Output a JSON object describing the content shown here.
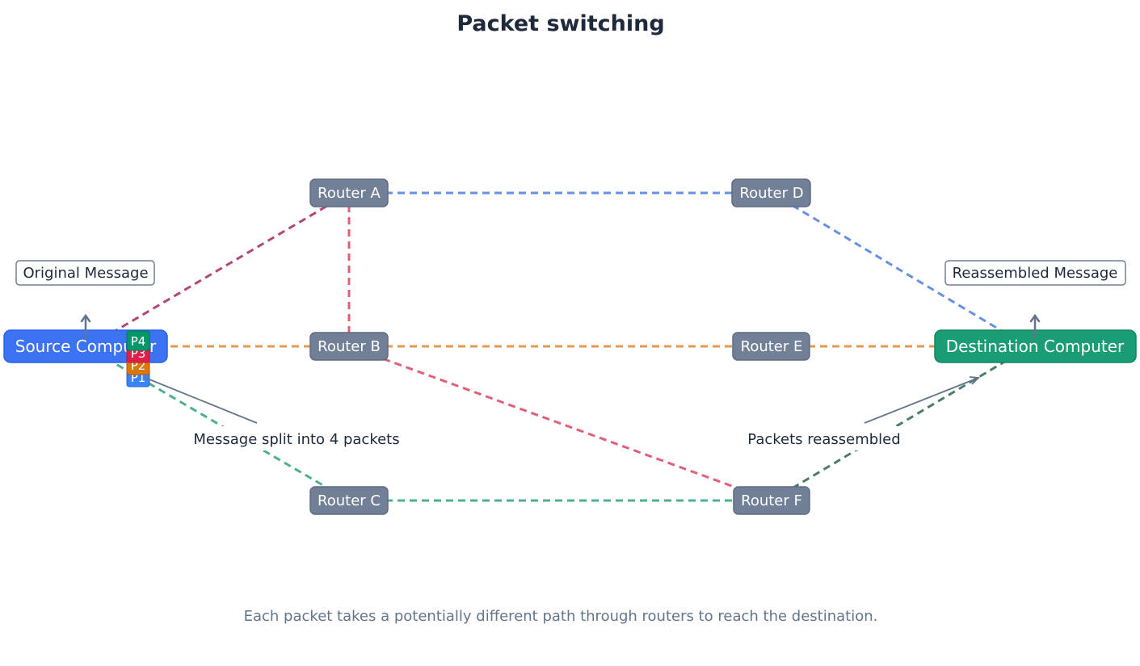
{
  "title": "Packet switching",
  "footer": "Each packet takes a potentially different path through routers to reach the destination.",
  "nodes": {
    "source": "Source Computer",
    "destination": "Destination Computer",
    "router_a": "Router A",
    "router_b": "Router B",
    "router_c": "Router C",
    "router_d": "Router D",
    "router_e": "Router E",
    "router_f": "Router F"
  },
  "notes": {
    "original": "Original Message",
    "reassembled": "Reassembled Message"
  },
  "annotations": {
    "split": "Message split into 4 packets",
    "reassembled": "Packets reassembled"
  },
  "packets": [
    {
      "label": "P1",
      "color": "#3b82f6"
    },
    {
      "label": "P2",
      "color": "#d97706"
    },
    {
      "label": "P3",
      "color": "#e11d48"
    },
    {
      "label": "P4",
      "color": "#059669"
    }
  ],
  "paths": [
    {
      "packet": "P1",
      "route": [
        "Source Computer",
        "Router A",
        "Router D",
        "Destination Computer"
      ],
      "color": "#6690e8"
    },
    {
      "packet": "P2",
      "route": [
        "Source Computer",
        "Router B",
        "Router E",
        "Destination Computer"
      ],
      "color": "#e39a4e"
    },
    {
      "packet": "P3",
      "route": [
        "Source Computer",
        "Router A",
        "Router B",
        "Router F",
        "Destination Computer"
      ],
      "color": "#e0607a"
    },
    {
      "packet": "P4",
      "route": [
        "Source Computer",
        "Router C",
        "Router F",
        "Destination Computer"
      ],
      "color": "#4fb08c"
    }
  ],
  "colors": {
    "router": "#718096",
    "source": "#3b73f2",
    "destination": "#1a9d74",
    "annotation_arrow": "#64748b"
  }
}
